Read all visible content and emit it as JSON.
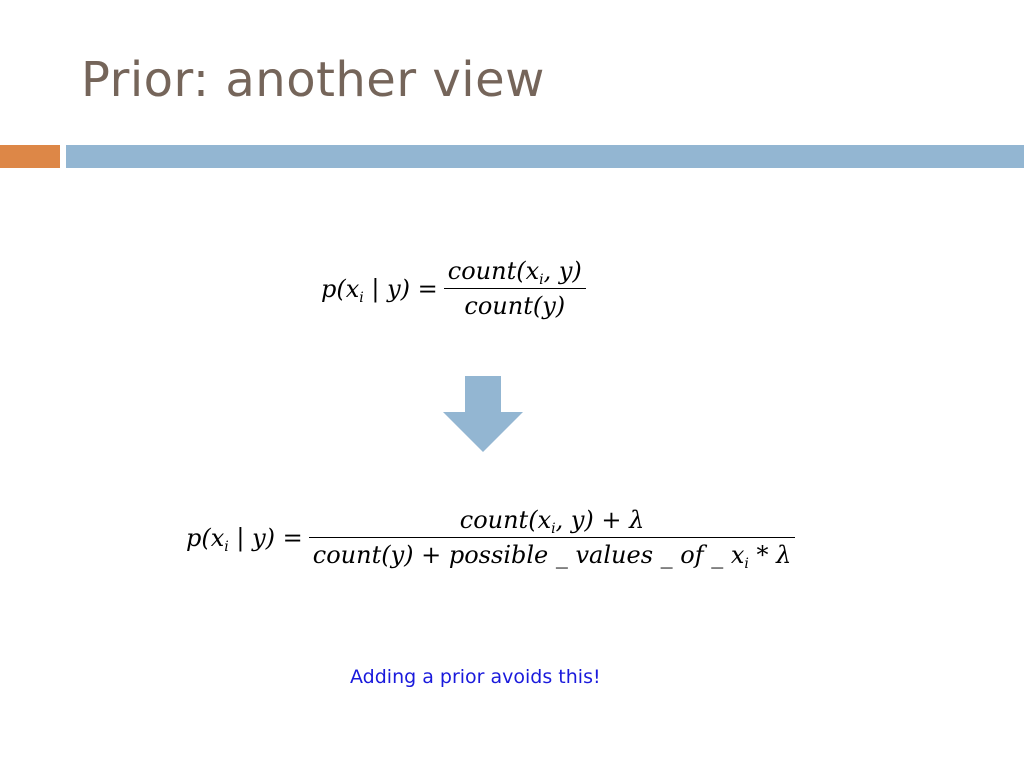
{
  "slide": {
    "title": "Prior: another view",
    "note": "Adding a prior avoids this!"
  },
  "formula_original": {
    "lhs": "p(x",
    "lhs_sub": "i",
    "lhs_rest": " | y) = ",
    "num_a": "count(x",
    "num_sub": "i",
    "num_b": ", y)",
    "den": "count(y)"
  },
  "formula_smoothed": {
    "lhs": "p(x",
    "lhs_sub": "i",
    "lhs_rest": " | y) = ",
    "num_a": "count(x",
    "num_sub": "i",
    "num_b": ", y) + λ",
    "den_a": "count(y) + possible _ values _ of _ x",
    "den_sub": "i",
    "den_b": " * λ"
  },
  "colors": {
    "title": "#75655a",
    "orange_bar": "#dd8747",
    "blue_bar": "#93b6d2",
    "arrow": "#93b6d2",
    "note": "#1a1adc"
  },
  "icons": {
    "arrow": "down-arrow-icon"
  }
}
